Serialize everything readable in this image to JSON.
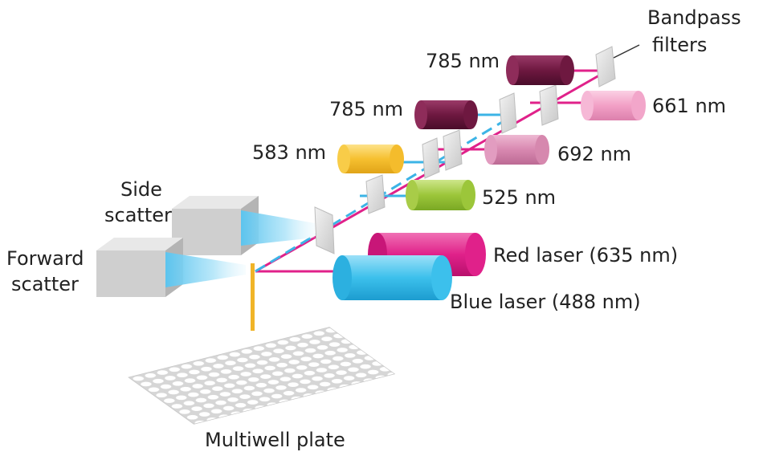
{
  "labels": {
    "bandpass_line1": "Bandpass",
    "bandpass_line2": "filters",
    "det_785_top": "785 nm",
    "det_785_mid": "785 nm",
    "det_661": "661 nm",
    "det_583": "583 nm",
    "det_692": "692 nm",
    "det_525": "525 nm",
    "side_line1": "Side",
    "side_line2": "scatter",
    "forward_line1": "Forward",
    "forward_line2": "scatter",
    "red_laser": "Red laser (635 nm)",
    "blue_laser": "Blue laser (488 nm)",
    "plate": "Multiwell plate"
  },
  "colors": {
    "red_beam": "#e0218a",
    "blue_beam": "#3cb4e6",
    "stem": "#f0b428",
    "det_785": "#7a1e4a",
    "det_661": "#f4a8cc",
    "det_583": "#f7c63c",
    "det_692": "#dc8cb4",
    "det_525": "#9cc83c",
    "red_laser": "#e0218a",
    "blue_laser": "#3cc0ec"
  }
}
